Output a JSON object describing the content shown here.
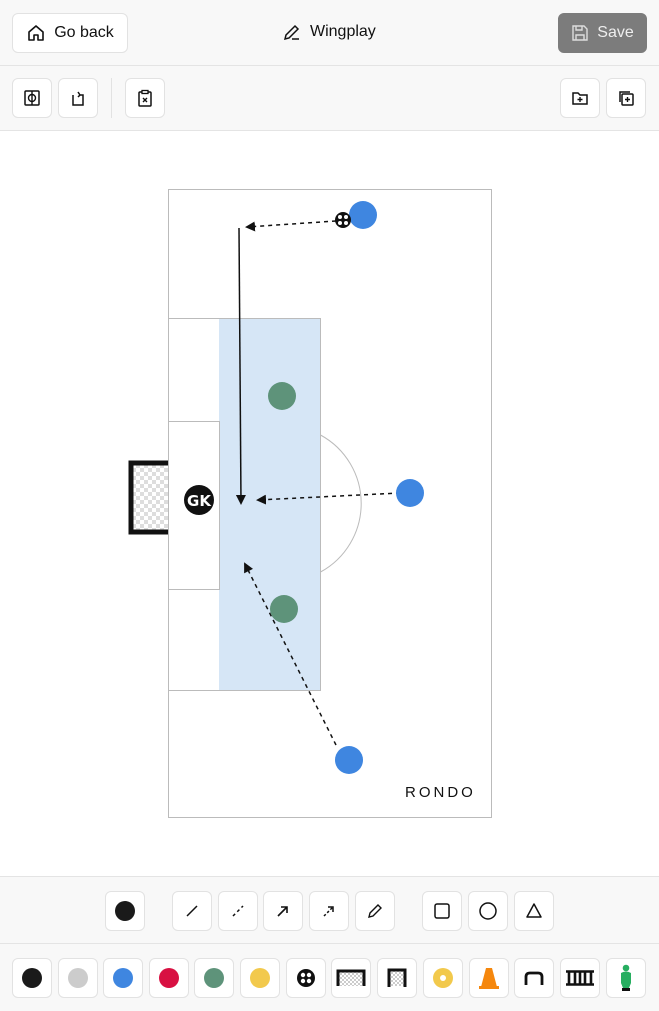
{
  "header": {
    "go_back_label": "Go back",
    "title": "Wingplay",
    "save_label": "Save"
  },
  "toolbar": {
    "left": [
      "pitch-icon",
      "rotate-icon",
      "clear-clipboard-icon"
    ],
    "right": [
      "folder-plus-icon",
      "copy-plus-icon"
    ]
  },
  "pitch": {
    "watermark": "RONDO",
    "goalkeeper_label": "GK",
    "zone_color": "#d6e6f6"
  },
  "draw_tools": [
    "color-black",
    "line",
    "dashed-line",
    "arrow",
    "dashed-arrow",
    "pencil",
    "square",
    "circle",
    "triangle"
  ],
  "items": [
    {
      "name": "black-player",
      "color": "#1a1a1a"
    },
    {
      "name": "grey-player",
      "color": "#cccccc"
    },
    {
      "name": "blue-player",
      "color": "#3f86e0"
    },
    {
      "name": "red-player",
      "color": "#d81042"
    },
    {
      "name": "green-player",
      "color": "#5e937a"
    },
    {
      "name": "yellow-player",
      "color": "#f2c94c"
    },
    {
      "name": "ball"
    },
    {
      "name": "large-goal"
    },
    {
      "name": "small-goal"
    },
    {
      "name": "marker-disc"
    },
    {
      "name": "cone"
    },
    {
      "name": "hurdle"
    },
    {
      "name": "ladder"
    },
    {
      "name": "mannequin"
    }
  ]
}
